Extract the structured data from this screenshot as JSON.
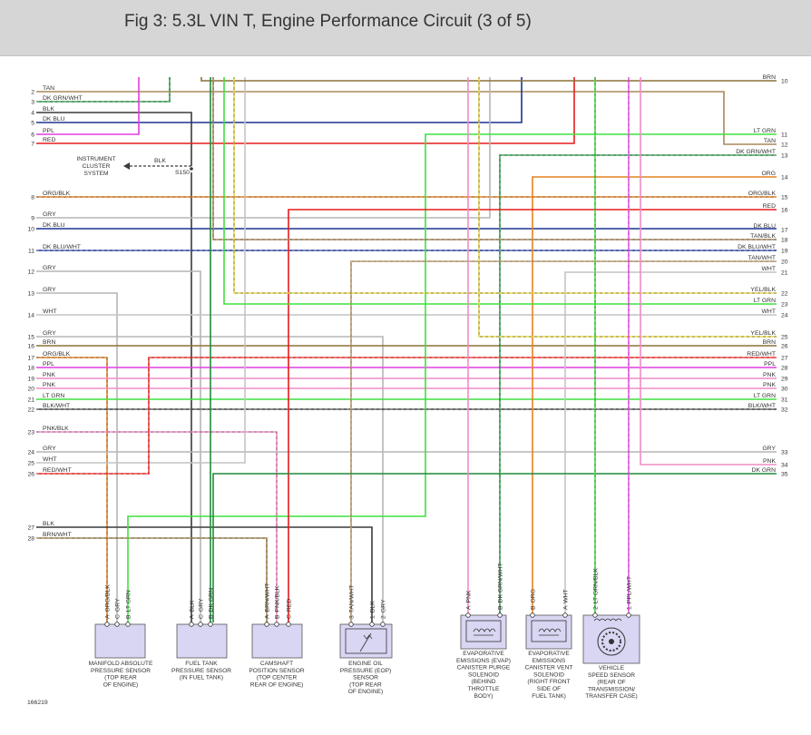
{
  "header": {
    "title": "Fig 3: 5.3L VIN T, Engine Performance Circuit (3 of 5)"
  },
  "figure_id": "166219",
  "instrument_cluster": {
    "lines": [
      "INSTRUMENT",
      "CLUSTER",
      "SYSTEM"
    ],
    "wire": "BLK",
    "splice": "S150"
  },
  "colors": {
    "TAN": "#a9895a",
    "BRN": "#8b7039",
    "DK GRN": "#1f8a3a",
    "LT GRN": "#3fe03f",
    "BLK": "#3a3a3a",
    "DK BLU": "#1c3494",
    "PPL": "#e03ee0",
    "RED": "#e61c1c",
    "ORG": "#e6821e",
    "GRY": "#b6b6b6",
    "YEL": "#e8d84a",
    "WHT": "#c4c4c4",
    "PNK": "#f08cc6"
  },
  "left_wires": [
    {
      "num": "2",
      "label": "TAN",
      "c1": "TAN"
    },
    {
      "num": "3",
      "label": "DK GRN/WHT",
      "c1": "DK GRN",
      "c2": "WHT"
    },
    {
      "num": "4",
      "label": "BLK",
      "c1": "BLK"
    },
    {
      "num": "5",
      "label": "DK BLU",
      "c1": "DK BLU"
    },
    {
      "num": "6",
      "label": "PPL",
      "c1": "PPL"
    },
    {
      "num": "7",
      "label": "RED",
      "c1": "RED"
    },
    {
      "num": "8",
      "label": "ORG/BLK",
      "c1": "ORG",
      "c2": "BLK"
    },
    {
      "num": "9",
      "label": "GRY",
      "c1": "GRY"
    },
    {
      "num": "10",
      "label": "DK BLU",
      "c1": "DK BLU"
    },
    {
      "num": "11",
      "label": "DK BLU/WHT",
      "c1": "DK BLU",
      "c2": "WHT"
    },
    {
      "num": "12",
      "label": "GRY",
      "c1": "GRY"
    },
    {
      "num": "13",
      "label": "GRY",
      "c1": "GRY"
    },
    {
      "num": "14",
      "label": "WHT",
      "c1": "WHT"
    },
    {
      "num": "15",
      "label": "GRY",
      "c1": "GRY"
    },
    {
      "num": "16",
      "label": "BRN",
      "c1": "BRN"
    },
    {
      "num": "17",
      "label": "ORG/BLK",
      "c1": "ORG",
      "c2": "BLK"
    },
    {
      "num": "18",
      "label": "PPL",
      "c1": "PPL"
    },
    {
      "num": "19",
      "label": "PNK",
      "c1": "PNK"
    },
    {
      "num": "20",
      "label": "PNK",
      "c1": "PNK"
    },
    {
      "num": "21",
      "label": "LT GRN",
      "c1": "LT GRN"
    },
    {
      "num": "22",
      "label": "BLK/WHT",
      "c1": "BLK",
      "c2": "WHT"
    },
    {
      "num": "23",
      "label": "PNK/BLK",
      "c1": "PNK",
      "c2": "BLK"
    },
    {
      "num": "24",
      "label": "GRY",
      "c1": "GRY"
    },
    {
      "num": "25",
      "label": "WHT",
      "c1": "WHT"
    },
    {
      "num": "26",
      "label": "RED/WHT",
      "c1": "RED",
      "c2": "WHT"
    },
    {
      "num": "27",
      "label": "BLK",
      "c1": "BLK"
    },
    {
      "num": "28",
      "label": "BRN/WHT",
      "c1": "BRN",
      "c2": "WHT"
    }
  ],
  "right_wires": [
    {
      "num": "10",
      "label": "BRN",
      "c1": "BRN"
    },
    {
      "num": "11",
      "label": "LT GRN",
      "c1": "LT GRN"
    },
    {
      "num": "12",
      "label": "TAN",
      "c1": "TAN"
    },
    {
      "num": "13",
      "label": "DK GRN/WHT",
      "c1": "DK GRN",
      "c2": "WHT"
    },
    {
      "num": "14",
      "label": "ORG",
      "c1": "ORG"
    },
    {
      "num": "15",
      "label": "ORG/BLK",
      "c1": "ORG",
      "c2": "BLK"
    },
    {
      "num": "16",
      "label": "RED",
      "c1": "RED"
    },
    {
      "num": "17",
      "label": "DK BLU",
      "c1": "DK BLU"
    },
    {
      "num": "18",
      "label": "TAN/BLK",
      "c1": "TAN",
      "c2": "BLK"
    },
    {
      "num": "19",
      "label": "DK BLU/WHT",
      "c1": "DK BLU",
      "c2": "WHT"
    },
    {
      "num": "20",
      "label": "TAN/WHT",
      "c1": "TAN",
      "c2": "WHT"
    },
    {
      "num": "21",
      "label": "WHT",
      "c1": "WHT"
    },
    {
      "num": "22",
      "label": "YEL/BLK",
      "c1": "YEL",
      "c2": "BLK"
    },
    {
      "num": "23",
      "label": "LT GRN",
      "c1": "LT GRN"
    },
    {
      "num": "24",
      "label": "WHT",
      "c1": "WHT"
    },
    {
      "num": "25",
      "label": "YEL/BLK",
      "c1": "YEL",
      "c2": "BLK"
    },
    {
      "num": "26",
      "label": "BRN",
      "c1": "BRN"
    },
    {
      "num": "27",
      "label": "RED/WHT",
      "c1": "RED",
      "c2": "WHT"
    },
    {
      "num": "28",
      "label": "PPL",
      "c1": "PPL"
    },
    {
      "num": "29",
      "label": "PNK",
      "c1": "PNK"
    },
    {
      "num": "30",
      "label": "PNK",
      "c1": "PNK"
    },
    {
      "num": "31",
      "label": "LT GRN",
      "c1": "LT GRN"
    },
    {
      "num": "32",
      "label": "BLK/WHT",
      "c1": "BLK",
      "c2": "WHT"
    },
    {
      "num": "33",
      "label": "GRY",
      "c1": "GRY"
    },
    {
      "num": "34",
      "label": "PNK",
      "c1": "PNK"
    },
    {
      "num": "35",
      "label": "DK GRN",
      "c1": "DK GRN"
    }
  ],
  "components": [
    {
      "id": "map",
      "name": [
        "MANIFOLD ABSOLUTE",
        "PRESSURE SENSOR",
        "(TOP REAR",
        "OF ENGINE)"
      ],
      "pins": [
        {
          "pin": "A",
          "wire": "ORG/BLK"
        },
        {
          "pin": "C",
          "wire": "GRY"
        },
        {
          "pin": "B",
          "wire": "LT GRN"
        }
      ]
    },
    {
      "id": "ftp",
      "name": [
        "FUEL TANK",
        "PRESSURE SENSOR",
        "(IN FUEL TANK)"
      ],
      "pins": [
        {
          "pin": "A",
          "wire": "BLK"
        },
        {
          "pin": "C",
          "wire": "GRY"
        },
        {
          "pin": "B",
          "wire": "DK GRN"
        }
      ]
    },
    {
      "id": "cmp",
      "name": [
        "CAMSHAFT",
        "POSITION SENSOR",
        "(TOP CENTER",
        "REAR OF ENGINE)"
      ],
      "pins": [
        {
          "pin": "A",
          "wire": "BRN/WHT"
        },
        {
          "pin": "B",
          "wire": "PNK/BLK"
        },
        {
          "pin": "C",
          "wire": "RED"
        }
      ]
    },
    {
      "id": "eop",
      "name": [
        "ENGINE OIL",
        "PRESSURE (EOP)",
        "SENSOR",
        "(TOP REAR",
        "OF ENGINE)"
      ],
      "pins": [
        {
          "pin": "3",
          "wire": "TAN/WHT"
        },
        {
          "pin": "1",
          "wire": "BLK"
        },
        {
          "pin": "2",
          "wire": "GRY"
        }
      ]
    },
    {
      "id": "evap",
      "name": [
        "EVAPORATIVE",
        "EMISSIONS (EVAP)",
        "CANISTER PURGE",
        "SOLENOID",
        "(BEHIND",
        "THROTTLE",
        "BODY)"
      ],
      "pins": [
        {
          "pin": "A",
          "wire": "PNK"
        },
        {
          "pin": "B",
          "wire": "DK GRN/WHT"
        }
      ]
    },
    {
      "id": "vent",
      "name": [
        "EVAPORATIVE",
        "EMISSIONS",
        "CANISTER VENT",
        "SOLENOID",
        "(RIGHT FRONT",
        "SIDE OF",
        "FUEL TANK)"
      ],
      "pins": [
        {
          "pin": "B",
          "wire": "ORG"
        },
        {
          "pin": "A",
          "wire": "WHT"
        }
      ]
    },
    {
      "id": "vss",
      "name": [
        "VEHICLE",
        "SPEED SENSOR",
        "(REAR OF",
        "TRANSMISSION/",
        "TRANSFER CASE)"
      ],
      "pins": [
        {
          "pin": "2",
          "wire": "LT GRN/BLK"
        },
        {
          "pin": "1",
          "wire": "PPL/WHT"
        }
      ]
    }
  ]
}
